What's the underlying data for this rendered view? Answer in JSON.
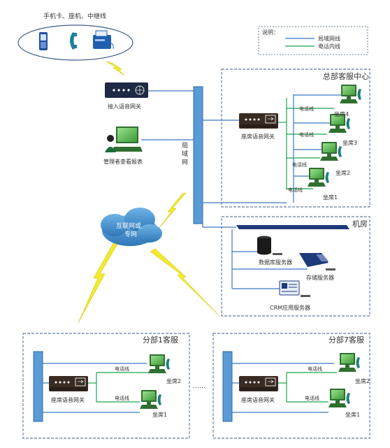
{
  "top_devices": {
    "title": "手机卡、座机、中继线"
  },
  "legend": {
    "title": "说明：",
    "lan": "局域网线",
    "phone": "电话内线",
    "lan_color": "#3a77c4",
    "phone_color": "#1aa54a"
  },
  "gateway_access": {
    "label": "接入语音网关"
  },
  "manager": {
    "label": "管理者查看报表"
  },
  "lan_bus": {
    "label": "局域网"
  },
  "cloud": {
    "line1": "互联网或",
    "line2": "专网"
  },
  "hq": {
    "title": "总部客服中心",
    "gateway": "座席语音网关",
    "seats": [
      "坐席4",
      "坐席3",
      "坐席2",
      "坐席1"
    ],
    "line_label": "电话线"
  },
  "machine_room": {
    "title": "机房",
    "db": "数据库服务器",
    "storage": "存储服务器",
    "crm": "CRM应用服务器"
  },
  "branch1": {
    "title": "分部1客服",
    "gateway": "座席语音网关",
    "seat2": "坐席2",
    "seat1": "坐席1",
    "line_label": "电话线"
  },
  "branch7": {
    "title": "分部7客服",
    "gateway": "座席语音网关",
    "seat2": "坐席2",
    "seat1": "坐席1",
    "line_label": "电话线"
  },
  "dots": "……",
  "colors": {
    "bus": "#5b9bd5",
    "bus_border": "#2e6aa8",
    "dashed": "#3b5a8a",
    "bolt": "#f2ea2a"
  }
}
